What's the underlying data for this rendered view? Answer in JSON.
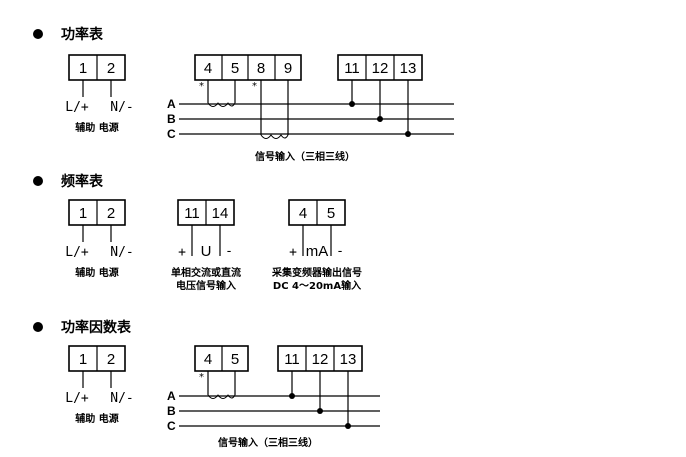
{
  "power_meter": {
    "title": "功率表",
    "aux": {
      "t1": "1",
      "t2": "2",
      "plus": "L/+",
      "minus": "N/-",
      "caption": "辅助 电源"
    },
    "current_terms": [
      "4",
      "5",
      "8",
      "9"
    ],
    "voltage_terms": [
      "11",
      "12",
      "13"
    ],
    "star": "*",
    "phases": [
      "A",
      "B",
      "C"
    ],
    "caption": "信号输入（三相三线）"
  },
  "freq_meter": {
    "title": "频率表",
    "aux": {
      "t1": "1",
      "t2": "2",
      "plus": "L/+",
      "minus": "N/-",
      "caption": "辅助 电源"
    },
    "volt_input": {
      "t1": "11",
      "t2": "14",
      "plus": "+",
      "unit": "U",
      "minus": "-",
      "caption1": "单相交流或直流",
      "caption2": "电压信号输入"
    },
    "ma_input": {
      "t1": "4",
      "t2": "5",
      "plus": "+",
      "unit": "mA",
      "minus": "-",
      "caption1": "采集变频器输出信号",
      "caption2": "DC 4～20mA输入"
    }
  },
  "pf_meter": {
    "title": "功率因数表",
    "aux": {
      "t1": "1",
      "t2": "2",
      "plus": "L/+",
      "minus": "N/-",
      "caption": "辅助 电源"
    },
    "current_terms": [
      "4",
      "5"
    ],
    "voltage_terms": [
      "11",
      "12",
      "13"
    ],
    "star": "*",
    "phases": [
      "A",
      "B",
      "C"
    ],
    "caption": "信号输入（三相三线）"
  }
}
